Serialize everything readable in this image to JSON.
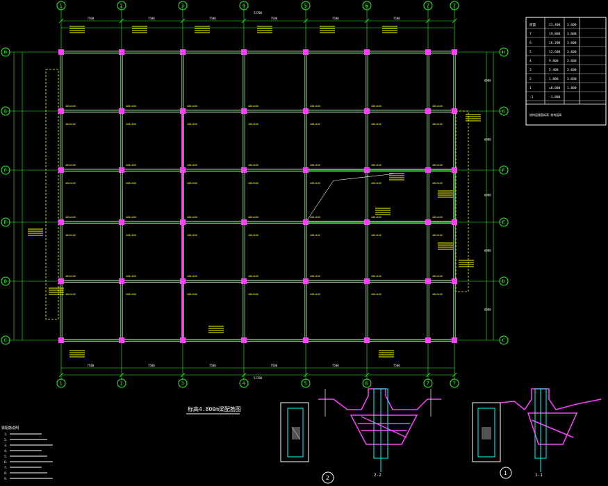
{
  "grid_top": [
    "1",
    "2",
    "3",
    "4",
    "5",
    "6",
    "7"
  ],
  "grid_bottom": [
    "1",
    "2",
    "3",
    "4",
    "5",
    "6",
    "7"
  ],
  "grid_left": [
    "H",
    "G",
    "F",
    "E",
    "D",
    "C"
  ],
  "grid_right": [
    "H",
    "G",
    "F",
    "E",
    "D",
    "C"
  ],
  "dims_top": [
    "7500",
    "7500",
    "7500",
    "7500",
    "7500",
    "7500"
  ],
  "dims_bottom": [
    "7500",
    "7500",
    "7500",
    "7500",
    "7500",
    "7500"
  ],
  "dims_right": [
    "6000",
    "6000",
    "6000",
    "6000",
    "6000"
  ],
  "overall_width": "52700",
  "col_label": "400×400",
  "plan_title": "标高4.800m梁配筋图",
  "section_1_label": "1-1",
  "section_2_label": "2-2",
  "circle_1": "1",
  "circle_2": "2",
  "table_rows": [
    [
      "屋面",
      "23.400",
      "3.600"
    ],
    [
      "7",
      "19.800",
      "3.600"
    ],
    [
      "6",
      "16.200",
      "3.600"
    ],
    [
      "5",
      "12.600",
      "3.600"
    ],
    [
      "4",
      "9.000",
      "3.600"
    ],
    [
      "3",
      "5.400",
      "3.600"
    ],
    [
      "2",
      "1.800",
      "3.600"
    ],
    [
      "1",
      "±0.000",
      "1.800"
    ],
    [
      "-1",
      "-1.800",
      ""
    ]
  ],
  "table_note": "结构层楼面标高 结构层高",
  "notes_title": "梁配筋说明",
  "notes": [
    "1.",
    "2.",
    "3.",
    "4.",
    "5.",
    "6.",
    "7.",
    "8.",
    "9."
  ],
  "colors": {
    "grid": "#20ff20",
    "column": "#ff40ff",
    "text": "#ffff00",
    "frame": "#ffffff",
    "detail": "#00ffff"
  }
}
